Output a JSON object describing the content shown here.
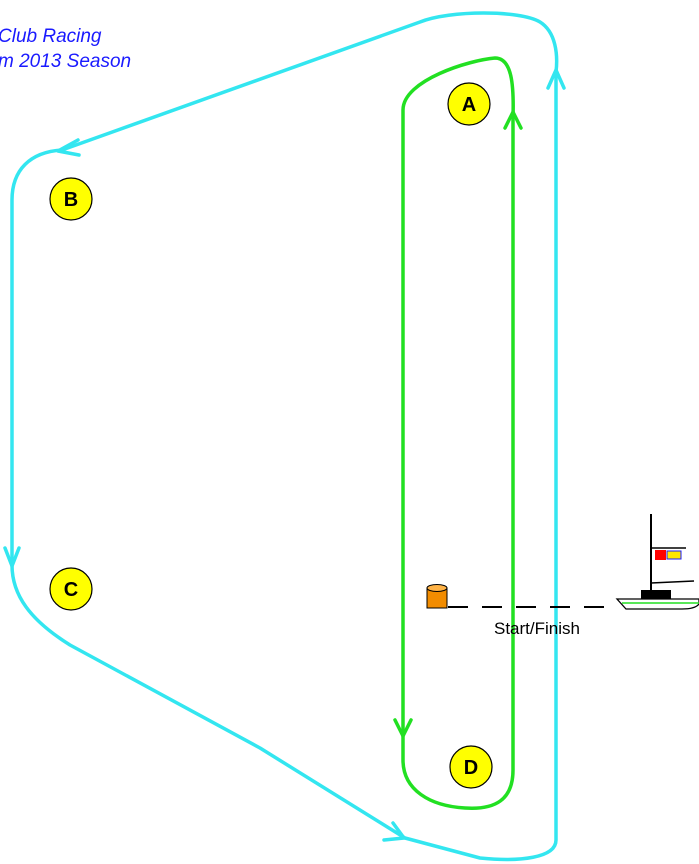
{
  "header": {
    "line_1": "Club Racing",
    "line_2": "m 2013 Season"
  },
  "marks": [
    {
      "id": "A",
      "label": "A"
    },
    {
      "id": "B",
      "label": "B"
    },
    {
      "id": "C",
      "label": "C"
    },
    {
      "id": "D",
      "label": "D"
    }
  ],
  "start_line": {
    "label": "Start/Finish"
  },
  "colors": {
    "outer_course": "#33e6f0",
    "inner_course": "#22e022",
    "mark_fill": "#ffff00",
    "pin_buoy": "#f28c00",
    "caption": "#1a1aff"
  },
  "icons": {
    "mark": "yellow-circle",
    "pin": "orange-cylinder-buoy",
    "committee_boat": "committee-boat-with-flags"
  }
}
